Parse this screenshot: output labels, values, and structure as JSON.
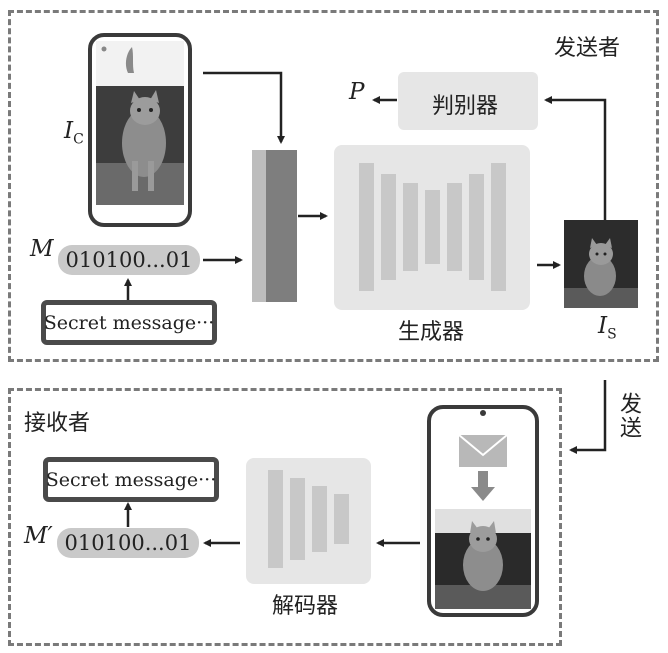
{
  "sender": {
    "region_label": "发送者",
    "cover_label_main": "I",
    "cover_label_sub": "C",
    "message_var": "M",
    "bits": "010100...01",
    "secret_text": "Secret message···",
    "generator_label": "生成器",
    "discriminator_label": "判别器",
    "p_label": "P",
    "stego_label_main": "I",
    "stego_label_sub": "S"
  },
  "transfer_label": "发送",
  "receiver": {
    "region_label": "接收者",
    "message_var": "M′",
    "bits": "010100...01",
    "secret_text": "Secret message···",
    "decoder_label": "解码器"
  },
  "colors": {
    "region_border": "#7a7a7a",
    "phone_frame": "#3a3a3a",
    "arrow": "#222222",
    "pill": "#c9c9c9",
    "net_bg": "#e6e6e6",
    "net_bars": "#c8c8c8"
  }
}
